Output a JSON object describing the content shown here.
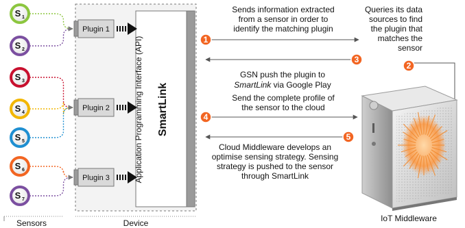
{
  "sensors": [
    {
      "letter": "S",
      "sub": "1",
      "color": "#8cc63f"
    },
    {
      "letter": "S",
      "sub": "2",
      "color": "#7b4fa0"
    },
    {
      "letter": "S",
      "sub": "3",
      "color": "#c8102e"
    },
    {
      "letter": "S",
      "sub": "4",
      "color": "#f2b600"
    },
    {
      "letter": "S",
      "sub": "5",
      "color": "#1f8fd1"
    },
    {
      "letter": "S",
      "sub": "6",
      "color": "#f26522"
    },
    {
      "letter": "S",
      "sub": "7",
      "color": "#7b4fa0"
    }
  ],
  "plugins": [
    {
      "label": "Plugin 1"
    },
    {
      "label": "Plugin 2"
    },
    {
      "label": "Plugin 3"
    }
  ],
  "api_label": "Application Programming Interface (API)",
  "smartlink_label": "SmartLink",
  "sensors_caption": "Sensors",
  "device_caption": "Device",
  "iot_caption": "IoT Middleware",
  "steps": [
    {
      "num": "1",
      "lines": [
        "Sends information extracted",
        "from a sensor in order to",
        "identify the matching plugin"
      ]
    },
    {
      "num": "2",
      "lines": [
        "Queries its data",
        "sources to find",
        "the plugin that",
        "matches the",
        "sensor"
      ]
    },
    {
      "num": "3",
      "lines_a": "GSN push the plugin to",
      "line_b_italic": "SmartLink",
      "line_b_rest": " via Google Play"
    },
    {
      "num": "4",
      "lines": [
        "Send the complete profile of",
        "the sensor to the cloud"
      ]
    },
    {
      "num": "5",
      "lines": [
        "Cloud Middleware develops an",
        "optimise sensing strategy. Sensing",
        "strategy is pushed to the sensor",
        "through SmartLink"
      ]
    }
  ],
  "colors": {
    "step_badge": "#f26522",
    "plugin_fill": "#d9d9d9",
    "smartlink_fill": "#ffffff",
    "arrow": "#444444"
  }
}
